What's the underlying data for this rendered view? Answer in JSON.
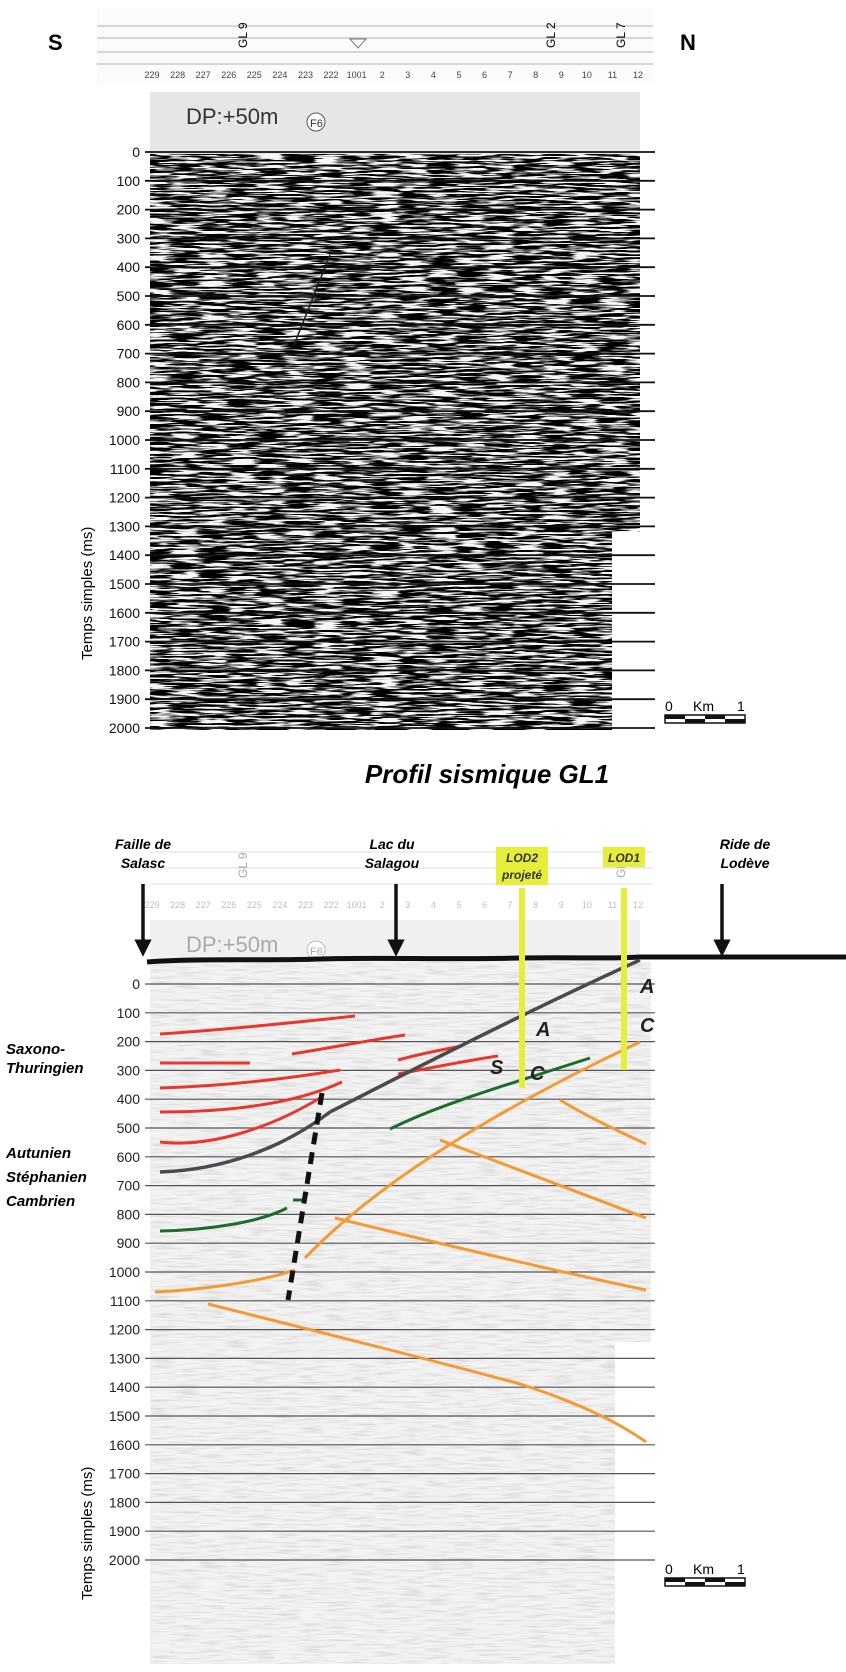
{
  "compass": {
    "south": "S",
    "north": "N"
  },
  "y_axis_label": "Temps simples (ms)",
  "time_ticks": [
    "0",
    "100",
    "200",
    "300",
    "400",
    "500",
    "600",
    "700",
    "800",
    "900",
    "1000",
    "1100",
    "1200",
    "1300",
    "1400",
    "1500",
    "1600",
    "1700",
    "1800",
    "1900",
    "2000"
  ],
  "shotpoint_labels_top": [
    "229",
    "228",
    "227",
    "226",
    "225",
    "224",
    "223",
    "222",
    "1001",
    "2",
    "3",
    "4",
    "5",
    "6",
    "7",
    "8",
    "9",
    "10",
    "11",
    "12"
  ],
  "well_markers_top": [
    "GL 9",
    "GL 2",
    "GL 7"
  ],
  "section_header": "DP:+50m",
  "section_marker": "F6",
  "profile_title": "Profil sismique GL1",
  "scale_bar": {
    "start": "0",
    "unit": "Km",
    "end": "1"
  },
  "interpretation": {
    "places": [
      {
        "id": "faille",
        "line1": "Faille de",
        "line2": "Salasc"
      },
      {
        "id": "lac",
        "line1": "Lac du",
        "line2": "Salagou"
      },
      {
        "id": "ride",
        "line1": "Ride de",
        "line2": "Lodève"
      }
    ],
    "wells": [
      {
        "id": "lod2",
        "line1": "LOD2",
        "line2": "projeté"
      },
      {
        "id": "lod1",
        "line1": "LOD1",
        "line2": ""
      }
    ],
    "formation_letters": [
      "A",
      "A",
      "C",
      "C",
      "S"
    ],
    "legend": [
      {
        "label": "Saxono-",
        "label2": "Thuringien",
        "color": "#e8382e"
      },
      {
        "label": "Autunien",
        "label2": "",
        "color": "#4a4a4f"
      },
      {
        "label": "Stéphanien",
        "label2": "",
        "color": "#1f6b2c"
      },
      {
        "label": "Cambrien",
        "label2": "",
        "color": "#f39a33"
      }
    ],
    "colors": {
      "saxono": "#e8382e",
      "autunien": "#4a4a4f",
      "stephanien": "#1f6b2c",
      "cambrien": "#f39a33",
      "well": "#e7ee3a"
    }
  }
}
